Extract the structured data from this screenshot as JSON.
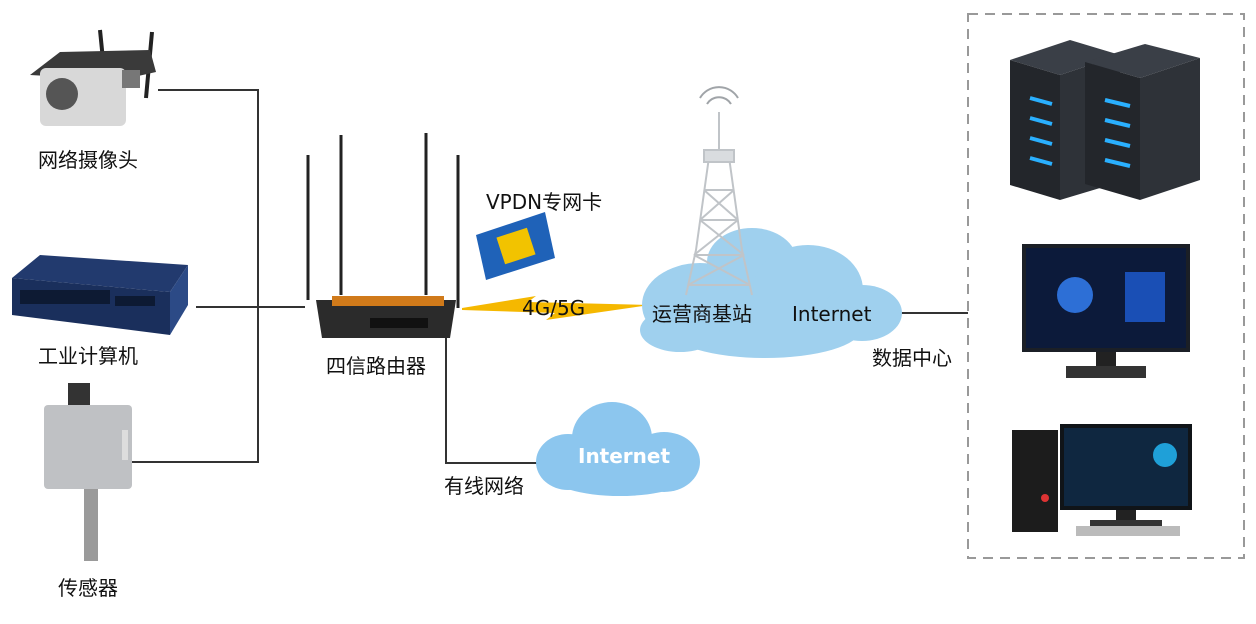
{
  "labels": {
    "camera": "网络摄像头",
    "ipc": "工业计算机",
    "sensor": "传感器",
    "router": "四信路由器",
    "sim": "VPDN专网卡",
    "link": "4G/5G",
    "base_station": "运营商基站",
    "internet_top": "Internet",
    "datacenter": "数据中心",
    "wired": "有线网络",
    "internet_bottom": "Internet"
  },
  "colors": {
    "line": "#333333",
    "cloud": "#9fd0ee",
    "cloud_dark": "#7fb9e2",
    "lightning": "#f5b800",
    "dashed_box": "#999999",
    "sim_blue": "#1f62b8",
    "sim_chip": "#f2c300",
    "server_accent": "#2ab0ff"
  },
  "icons": {
    "camera": "ip-camera-icon",
    "ipc": "industrial-pc-icon",
    "sensor": "humidity-sensor-icon",
    "router": "4g-router-icon",
    "sim": "sim-card-icon",
    "tower": "cell-tower-icon",
    "server": "server-rack-icon",
    "monitor": "monitor-icon",
    "desktop": "desktop-computer-icon"
  }
}
